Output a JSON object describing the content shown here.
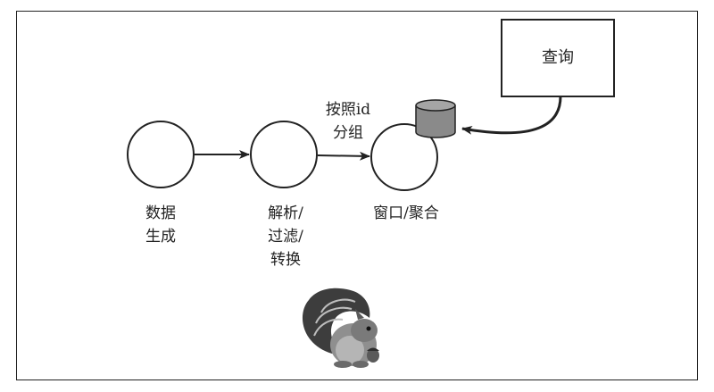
{
  "query_box": {
    "label": "查询"
  },
  "group_edge": {
    "lines": [
      "按照id",
      "分组"
    ]
  },
  "nodes": [
    {
      "id": "generate",
      "lines": [
        "数据",
        "生成"
      ]
    },
    {
      "id": "parse",
      "lines": [
        "解析/",
        "过滤/",
        "转换"
      ]
    },
    {
      "id": "window",
      "lines": [
        "窗口/聚合"
      ]
    }
  ],
  "mascot": {
    "icon": "flink-squirrel-icon"
  },
  "colors": {
    "stroke": "#222222",
    "database": "#8a8a8a",
    "squirrel_dark": "#3d3d3d",
    "squirrel_light": "#a8a8a8"
  }
}
